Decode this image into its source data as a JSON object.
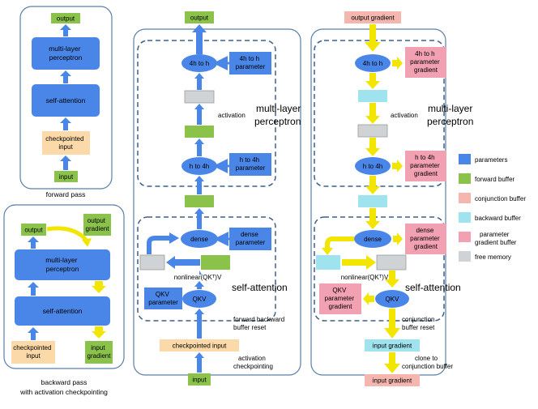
{
  "colors": {
    "parameters": "#4A86E8",
    "forward_buffer": "#8BC34A",
    "conjunction_buffer": "#F4B6AE",
    "backward_buffer": "#9FE3EE",
    "parameter_gradient_buffer": "#F2A1B2",
    "free_memory": "#D0D3D6",
    "checkpointed_input": "#FCD9A8",
    "forward_arrow": "#4A86E8",
    "backward_arrow": "#F2E600",
    "panel_border": "#5B7FA8",
    "section_dash": "#3F5F8A"
  },
  "panel_fwd": {
    "output": "output",
    "mlp": "multi-layer perceptron",
    "self_attention": "self-attention",
    "checkpointed_input": "checkpointed input",
    "input": "input",
    "caption": "forward pass"
  },
  "panel_bwd": {
    "output": "output",
    "output_gradient": "output gradient",
    "mlp": "multi-layer perceptron",
    "self_attention": "self-attention",
    "checkpointed_input": "checkpointed input",
    "input_gradient": "input gradient",
    "caption_line1": "backward pass",
    "caption_line2": "with activation checkpointing"
  },
  "panel_mid": {
    "output": "output",
    "node_4h_to_h": "4h to h",
    "param_4h_to_h": "4h to h parameter",
    "activation": "activation",
    "mlp_title": "multi-layer perceptron",
    "node_h_to_4h": "h to 4h",
    "param_h_to_4h": "h to 4h parameter",
    "node_dense": "dense",
    "param_dense": "dense parameter",
    "nonlinear": "nonlinear(QKᵀ)V",
    "qkv_param": "QKV parameter",
    "node_qkv": "QKV",
    "sa_title": "self-attention",
    "reset_note": "forward  backward buffer reset",
    "checkpointed_input": "checkpointed input",
    "act_ckpt": "activation checkpointing",
    "input": "input"
  },
  "panel_right": {
    "output_gradient": "output gradient",
    "node_4h_to_h": "4h to h",
    "grad_4h_to_h": "4h to h parameter gradient",
    "activation": "activation",
    "mlp_title": "multi-layer perceptron",
    "node_h_to_4h": "h to 4h",
    "grad_h_to_4h": "h to 4h parameter gradient",
    "node_dense": "dense",
    "grad_dense": "dense parameter gradient",
    "nonlinear": "nonlinear(QKᵀ)V",
    "qkv_grad": "QKV parameter gradient",
    "node_qkv": "QKV",
    "sa_title": "self-attention",
    "reset_note": "conjunction buffer reset",
    "input_gradient": "input gradient",
    "clone_note": "clone to conjunction buffer",
    "input_gradient_out": "input gradient"
  },
  "legend": [
    {
      "label": "parameters",
      "color_key": "parameters"
    },
    {
      "label": "forward buffer",
      "color_key": "forward_buffer"
    },
    {
      "label": "conjunction buffer",
      "color_key": "conjunction_buffer"
    },
    {
      "label": "backward buffer",
      "color_key": "backward_buffer"
    },
    {
      "label": "parameter gradient buffer",
      "color_key": "parameter_gradient_buffer"
    },
    {
      "label": "free memory",
      "color_key": "free_memory"
    }
  ]
}
